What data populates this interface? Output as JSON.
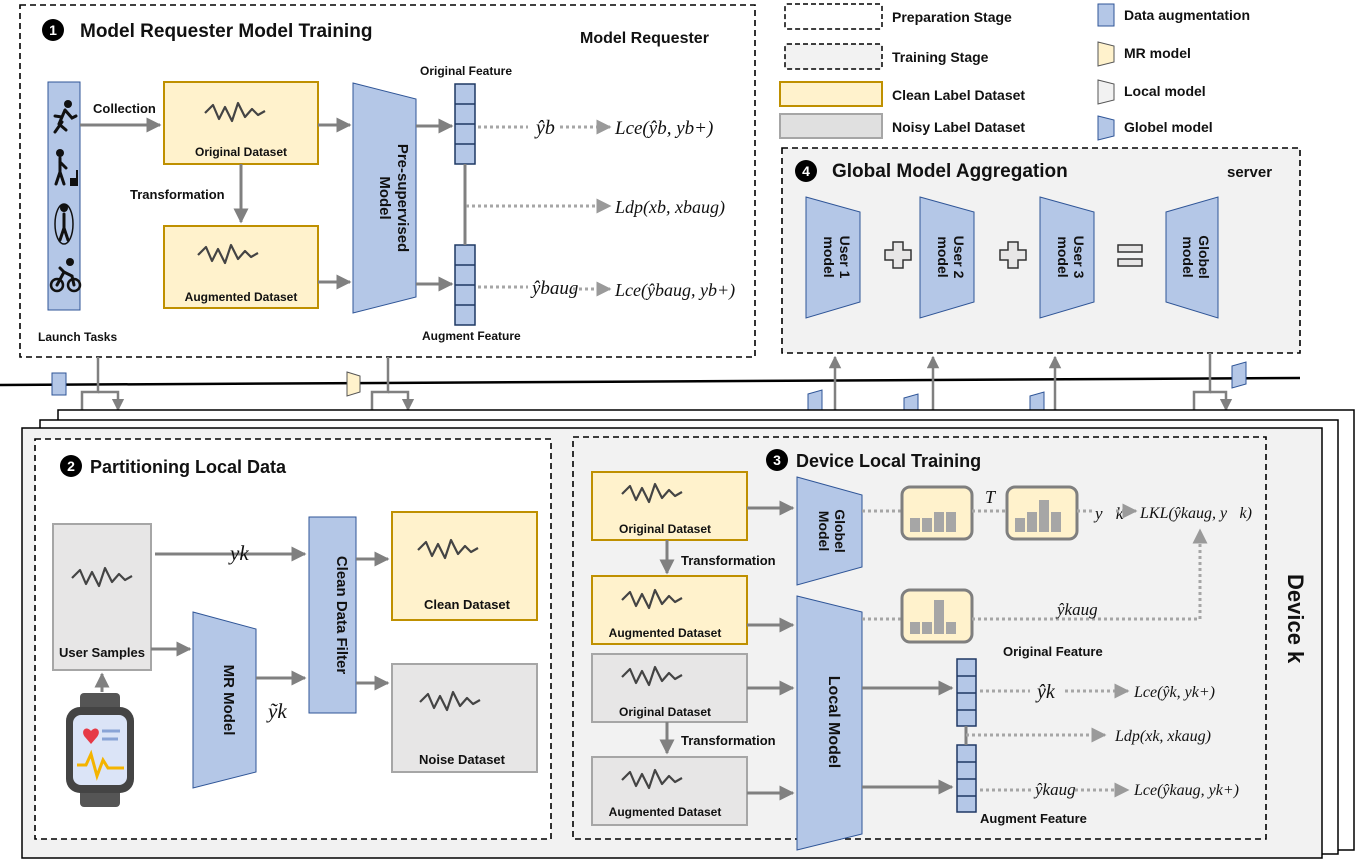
{
  "colors": {
    "model_fill": "#b4c7e7",
    "clean_fill": "#fff2cc",
    "clean_border": "#bf9000",
    "noisy_fill": "#e0e0e0",
    "noisy_border": "#a6a6a6",
    "arrow": "#808080",
    "panel_bg": "#f2f2f2"
  },
  "legend": {
    "preparation_stage": "Preparation Stage",
    "training_stage": "Training Stage",
    "clean_label_dataset": "Clean Label Dataset",
    "noisy_label_dataset": "Noisy Label Dataset",
    "data_augmentation": "Data augmentation",
    "mr_model": "MR model",
    "local_model": "Local model",
    "global_model": "Globel model"
  },
  "panel1": {
    "number": "1",
    "title": "Model Requester Model Training",
    "role": "Model Requester",
    "collection": "Collection",
    "transformation": "Transformation",
    "original_dataset": "Original Dataset",
    "augmented_dataset": "Augmented Dataset",
    "model": "Pre-supervised Model",
    "original_feature": "Original Feature",
    "augment_feature": "Augment Feature",
    "launch_tasks": "Launch Tasks",
    "task_icons": [
      "running-icon",
      "stairs-icon",
      "jump-rope-icon",
      "cycling-icon"
    ],
    "yhat_b": "ŷb",
    "loss_ce_b": "Lce(ŷb, yb+)",
    "loss_dp_b": "Ldp(xb, xbaug)",
    "yhat_b_aug": "ŷbaug",
    "loss_ce_b_aug": "Lce(ŷbaug, yb+)"
  },
  "panel2": {
    "number": "2",
    "title": "Partitioning Local Data",
    "user_samples": "User Samples",
    "y_k": "yk",
    "ytilde_k": "ỹk",
    "mr_model": "MR Model",
    "filter": "Clean Data Filter",
    "clean_dataset": "Clean Dataset",
    "noise_dataset": "Noise Dataset"
  },
  "panel3": {
    "number": "3",
    "title": "Device Local Training",
    "original_dataset": "Original Dataset",
    "augmented_dataset": "Augmented Dataset",
    "transformation": "Transformation",
    "global_model": "Globel Model",
    "local_model": "Local Model",
    "temperature": "T",
    "y_vec_k": "y⃗k",
    "loss_kl": "LKL(ŷkaug, y⃗k)",
    "yhat_k_aug_top": "ŷkaug",
    "original_feature": "Original Feature",
    "augment_feature": "Augment Feature",
    "yhat_k": "ŷk",
    "loss_ce_k": "Lce(ŷk, yk+)",
    "loss_dp_k": "Ldp(xk, xkaug)",
    "yhat_k_aug": "ŷkaug",
    "loss_ce_k_aug": "Lce(ŷkaug, yk+)"
  },
  "panel4": {
    "number": "4",
    "title": "Global Model Aggregation",
    "role": "server",
    "user1": "User 1 model",
    "user2": "User 2 model",
    "user3": "User 3 model",
    "global": "Globel model"
  },
  "device_label": "Device k"
}
